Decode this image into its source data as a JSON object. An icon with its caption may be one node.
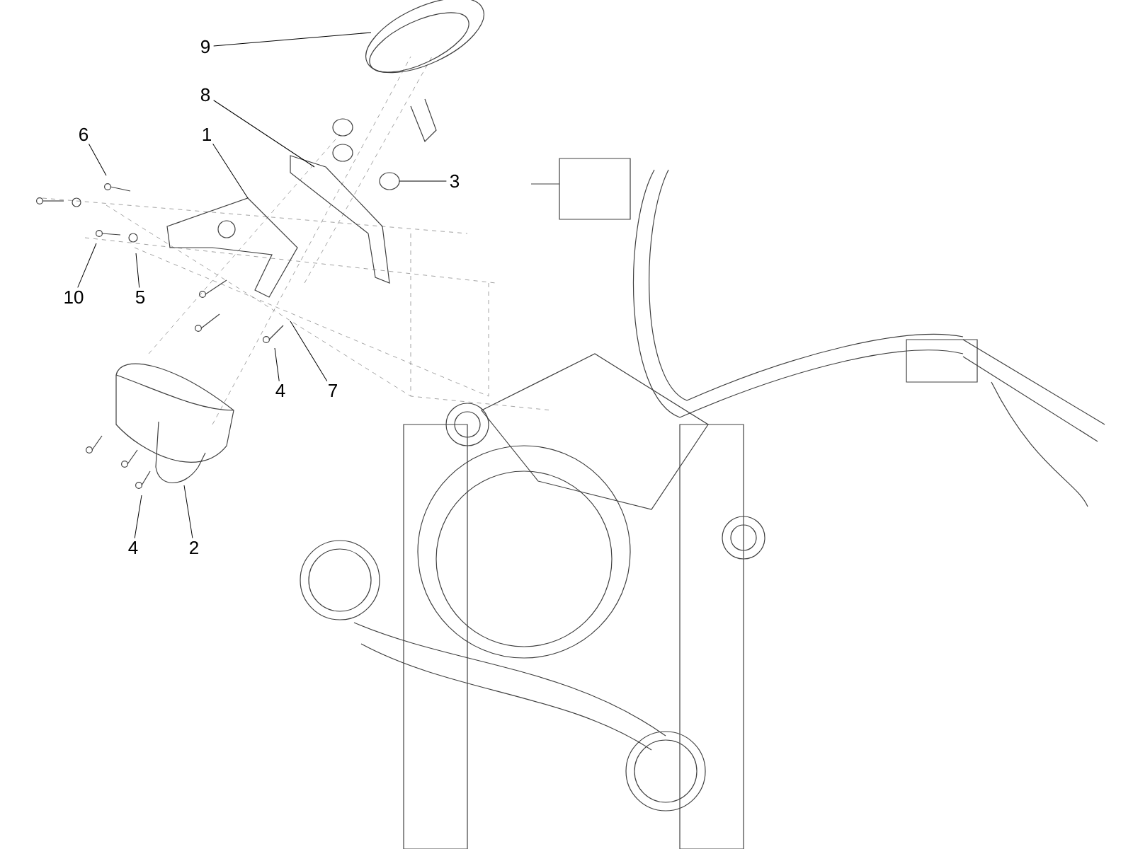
{
  "diagram": {
    "nodes": [
      {
        "text": [
          "9"
        ]
      },
      {
        "text": [
          "8"
        ]
      },
      {
        "text": [
          "1"
        ]
      },
      {
        "text": [
          "6"
        ]
      },
      {
        "text": [
          "3"
        ]
      },
      {
        "text": [
          "10"
        ]
      },
      {
        "text": [
          "5"
        ]
      },
      {
        "text": [
          "4"
        ]
      },
      {
        "text": [
          "7"
        ]
      },
      {
        "text": [
          "4"
        ]
      },
      {
        "text": [
          "2"
        ]
      }
    ],
    "edges": [
      {
        "from": 0,
        "to": null,
        "arrow": "none"
      },
      {
        "from": 1,
        "to": null,
        "arrow": "none"
      },
      {
        "from": 2,
        "to": null,
        "arrow": "none"
      },
      {
        "from": 3,
        "to": null,
        "arrow": "none"
      },
      {
        "from": 4,
        "to": null,
        "arrow": "none"
      },
      {
        "from": 5,
        "to": null,
        "arrow": "none"
      },
      {
        "from": 6,
        "to": null,
        "arrow": "none"
      },
      {
        "from": 7,
        "to": null,
        "arrow": "none"
      },
      {
        "from": 8,
        "to": null,
        "arrow": "none"
      },
      {
        "from": 9,
        "to": null,
        "arrow": "none"
      },
      {
        "from": 10,
        "to": null,
        "arrow": "none"
      }
    ]
  }
}
